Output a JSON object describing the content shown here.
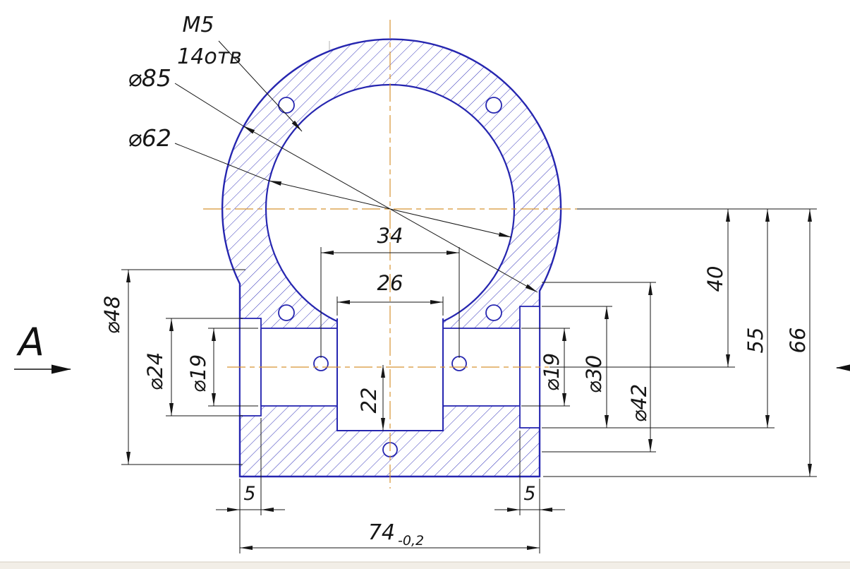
{
  "drawing": {
    "view_label": "А",
    "thread_label": "M5",
    "holes_label": "14отв",
    "dia85": "⌀85",
    "dia62": "⌀62",
    "dim34": "34",
    "dim26": "26",
    "dim40": "40",
    "dim55": "55",
    "dim66": "66",
    "dia48": "⌀48",
    "dia24": "⌀24",
    "dia19_left": "⌀19",
    "dia19_right": "⌀19",
    "dia30": "⌀30",
    "dia42": "⌀42",
    "dim22": "22",
    "dim5_left": "5",
    "dim5_right": "5",
    "dim74": "74",
    "dim74_tolerance": "-0,2",
    "colors": {
      "outline": "#2626b0",
      "hatch": "#3434ba",
      "centerline": "#d79433",
      "dimension": "#161616"
    }
  }
}
